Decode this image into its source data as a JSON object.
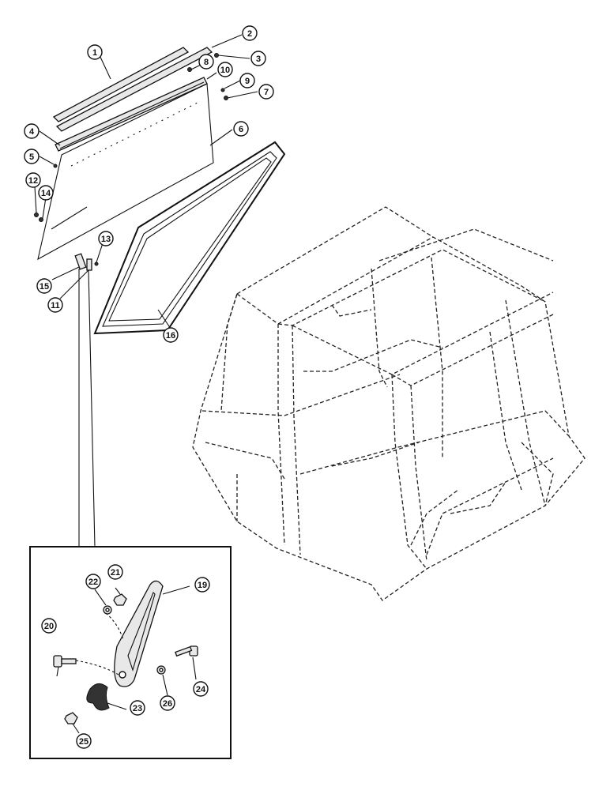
{
  "callouts": {
    "c1": "1",
    "c2": "2",
    "c3": "3",
    "c4": "4",
    "c5": "5",
    "c6": "6",
    "c7": "7",
    "c8": "8",
    "c9": "9",
    "c10": "10",
    "c11": "11",
    "c12": "12",
    "c13": "13",
    "c14": "14",
    "c15": "15",
    "c16": "16",
    "c19": "19",
    "c20": "20",
    "c21": "21",
    "c22": "22",
    "c23": "23",
    "c24": "24",
    "c25": "25",
    "c26": "26"
  }
}
